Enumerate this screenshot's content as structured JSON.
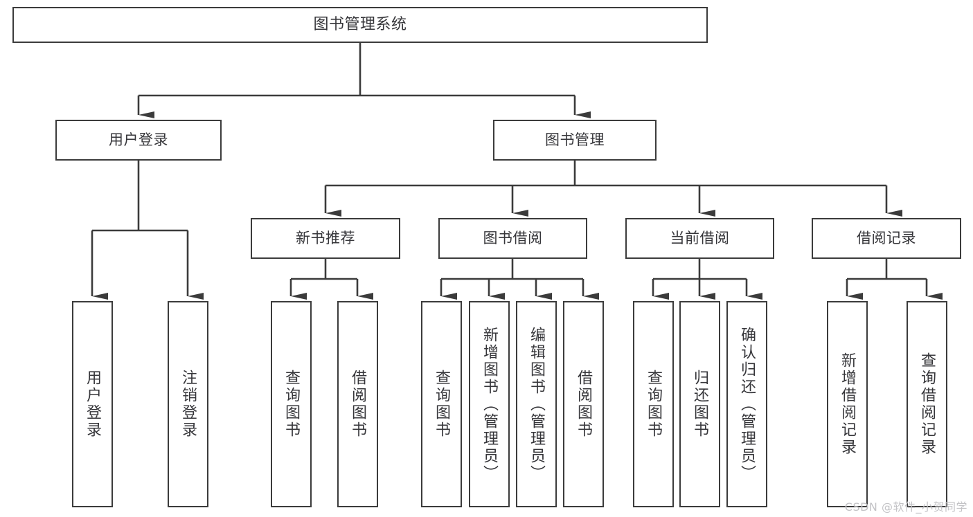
{
  "diagram": {
    "type": "tree-hierarchy",
    "title": "图书管理系统",
    "watermark": "CSDN @软件_小贺同学",
    "colors": {
      "stroke": "#3b3b3b",
      "text": "#36363a",
      "background": "#ffffff",
      "watermark": "#c3c3c6"
    },
    "levels": [
      {
        "level": 1,
        "nodes": [
          {
            "id": "root",
            "label": "图书管理系统",
            "orientation": "horizontal"
          }
        ]
      },
      {
        "level": 2,
        "nodes": [
          {
            "id": "user-login",
            "label": "用户登录",
            "orientation": "horizontal",
            "parent": "root"
          },
          {
            "id": "book-manage",
            "label": "图书管理",
            "orientation": "horizontal",
            "parent": "root"
          }
        ]
      },
      {
        "level": 3,
        "nodes": [
          {
            "id": "new-book-rec",
            "label": "新书推荐",
            "orientation": "horizontal",
            "parent": "book-manage"
          },
          {
            "id": "book-borrow",
            "label": "图书借阅",
            "orientation": "horizontal",
            "parent": "book-manage"
          },
          {
            "id": "current-borrow",
            "label": "当前借阅",
            "orientation": "horizontal",
            "parent": "book-manage"
          },
          {
            "id": "borrow-record",
            "label": "借阅记录",
            "orientation": "horizontal",
            "parent": "book-manage"
          }
        ]
      },
      {
        "level": 4,
        "nodes": [
          {
            "id": "leaf-user-login",
            "label": "用户登录",
            "orientation": "vertical",
            "parent": "user-login"
          },
          {
            "id": "leaf-user-logout",
            "label": "注销登录",
            "orientation": "vertical",
            "parent": "user-login"
          },
          {
            "id": "leaf-query-book-1",
            "label": "查询图书",
            "orientation": "vertical",
            "parent": "new-book-rec"
          },
          {
            "id": "leaf-borrow-book-1",
            "label": "借阅图书",
            "orientation": "vertical",
            "parent": "new-book-rec"
          },
          {
            "id": "leaf-query-book-2",
            "label": "查询图书",
            "orientation": "vertical",
            "parent": "book-borrow"
          },
          {
            "id": "leaf-add-book",
            "label": "新增图书（管理员）",
            "orientation": "vertical",
            "parent": "book-borrow"
          },
          {
            "id": "leaf-edit-book",
            "label": "编辑图书（管理员）",
            "orientation": "vertical",
            "parent": "book-borrow"
          },
          {
            "id": "leaf-borrow-book-2",
            "label": "借阅图书",
            "orientation": "vertical",
            "parent": "book-borrow"
          },
          {
            "id": "leaf-query-book-3",
            "label": "查询图书",
            "orientation": "vertical",
            "parent": "current-borrow"
          },
          {
            "id": "leaf-return-book",
            "label": "归还图书",
            "orientation": "vertical",
            "parent": "current-borrow"
          },
          {
            "id": "leaf-confirm-return",
            "label": "确认归还（管理员）",
            "orientation": "vertical",
            "parent": "current-borrow"
          },
          {
            "id": "leaf-add-record",
            "label": "新增借阅记录",
            "orientation": "vertical",
            "parent": "borrow-record"
          },
          {
            "id": "leaf-query-record",
            "label": "查询借阅记录",
            "orientation": "vertical",
            "parent": "borrow-record"
          }
        ]
      }
    ]
  }
}
